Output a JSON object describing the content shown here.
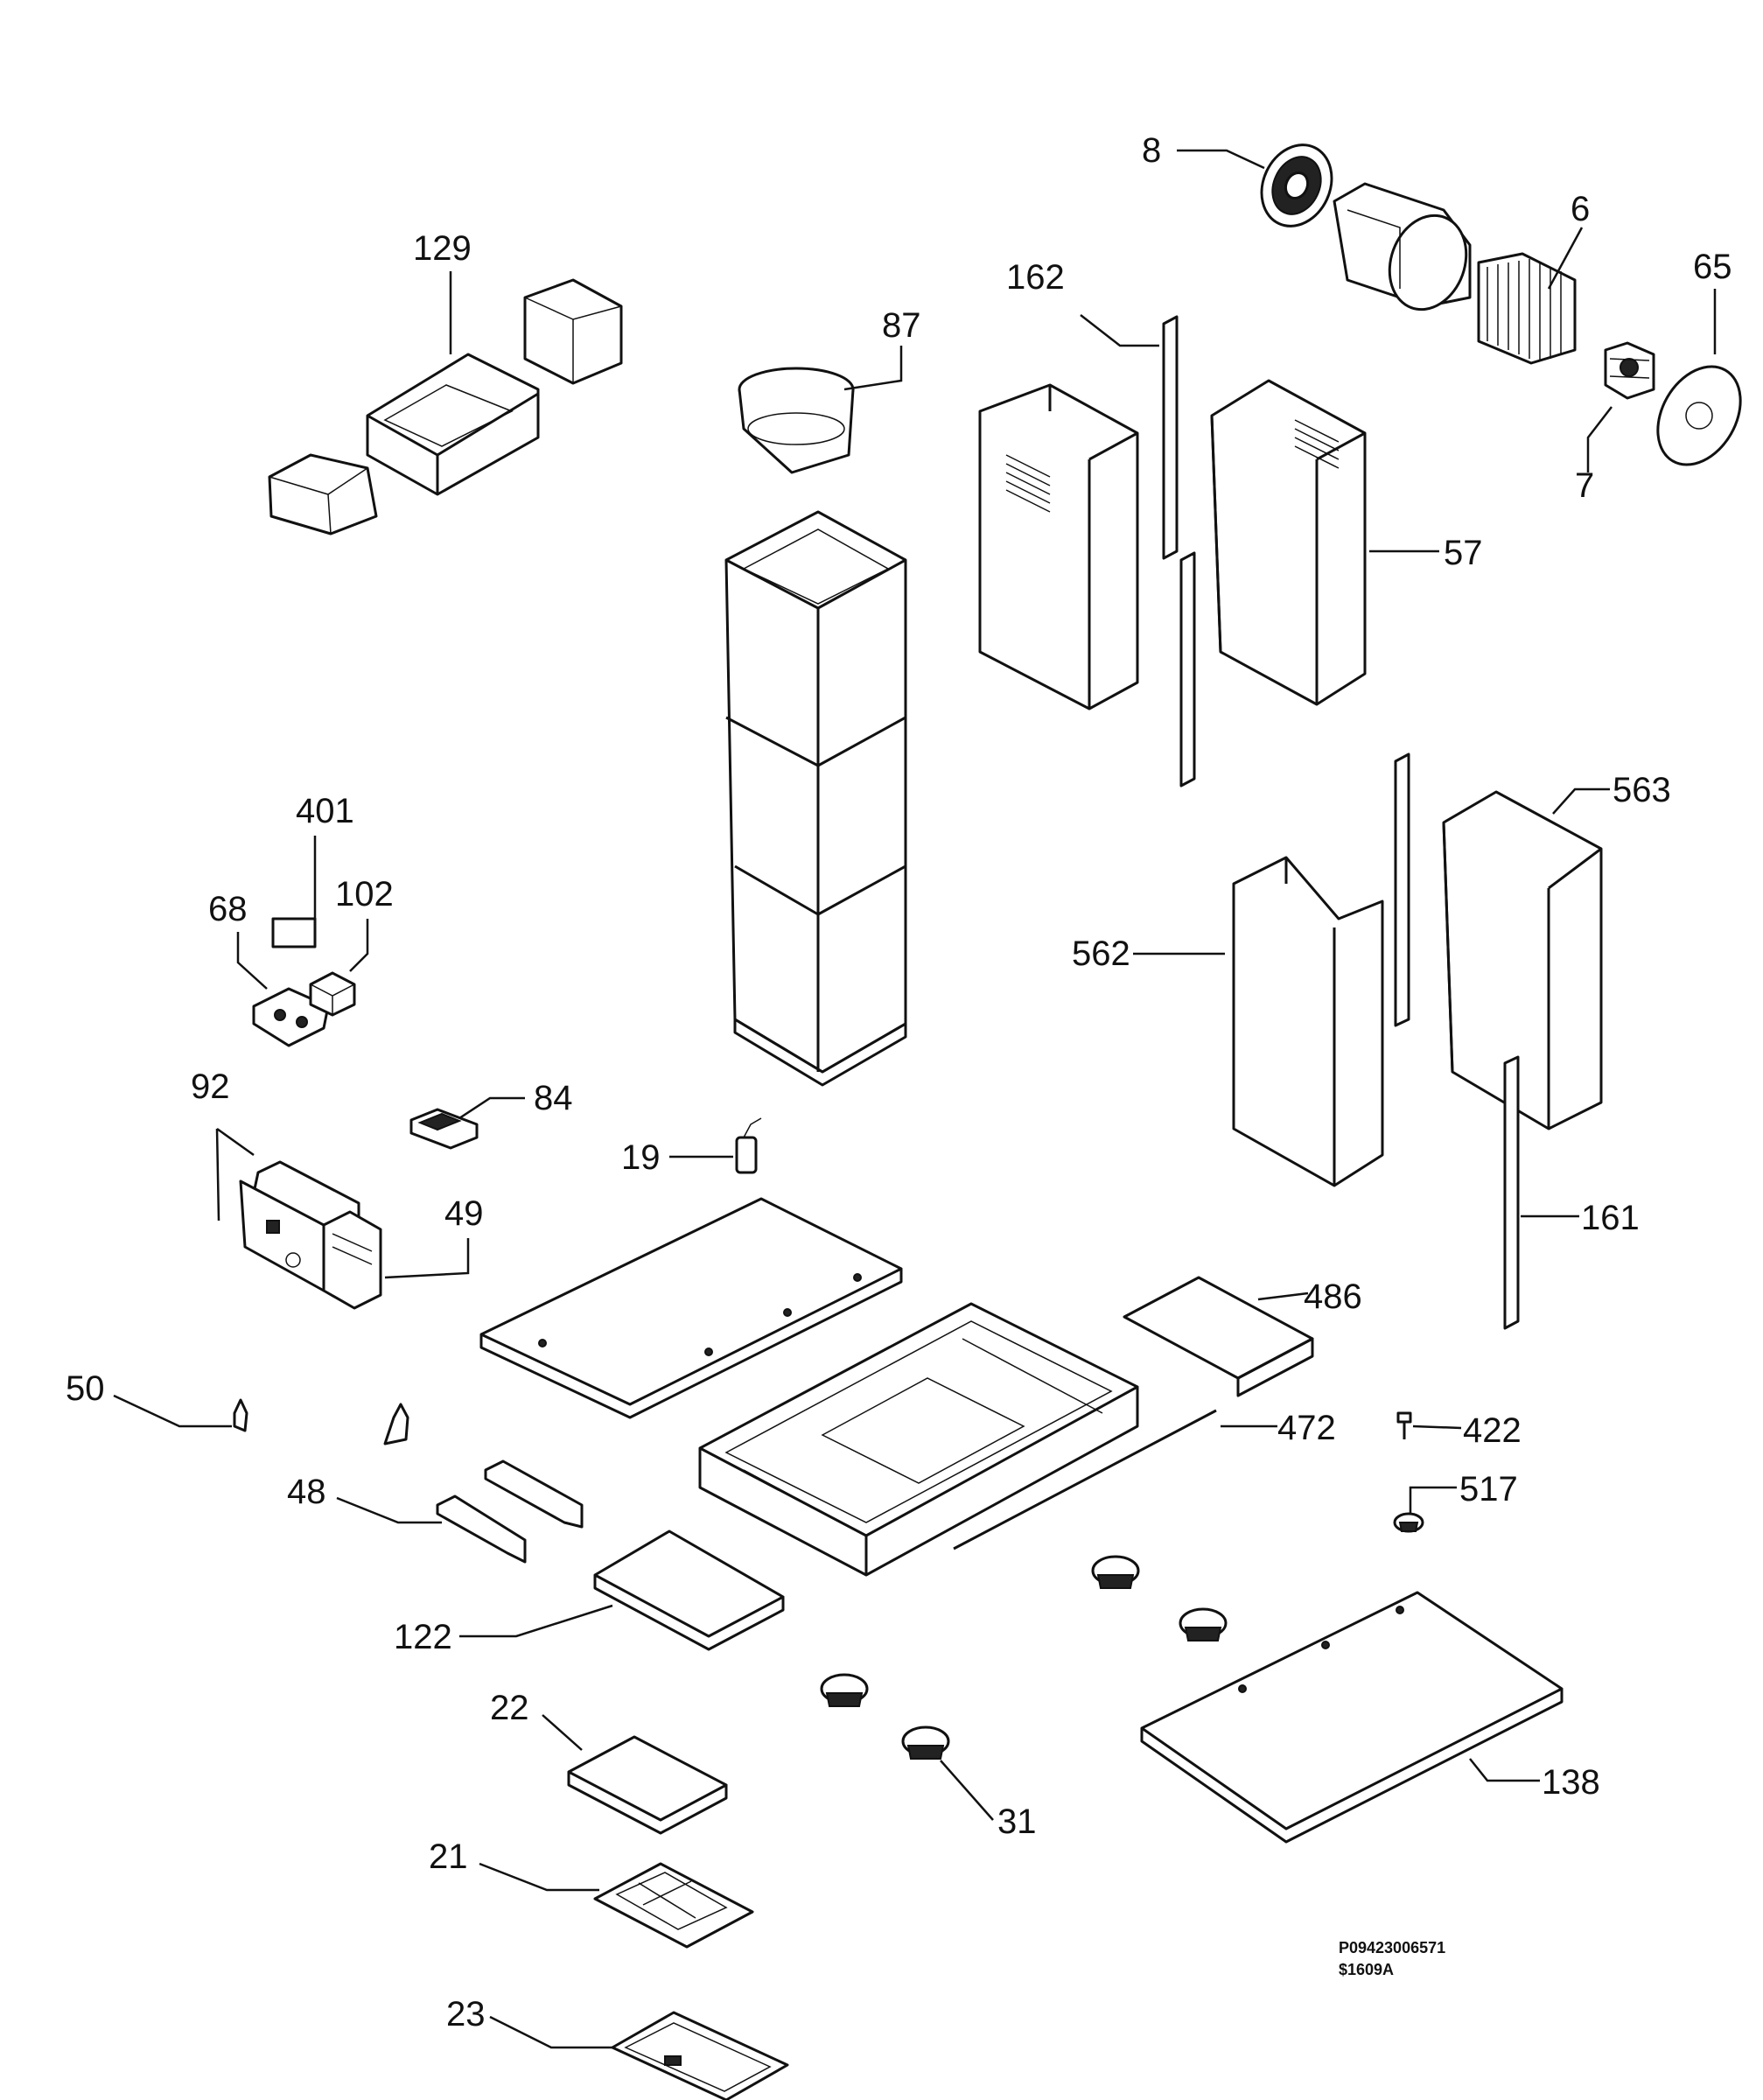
{
  "drawing": {
    "code_line1": "P09423006571",
    "code_line2": "$1609A"
  },
  "labels": {
    "p8": "8",
    "p6": "6",
    "p65": "65",
    "p129": "129",
    "p162": "162",
    "p87": "87",
    "p7": "7",
    "p57": "57",
    "p401": "401",
    "p563": "563",
    "p68": "68",
    "p102": "102",
    "p562": "562",
    "p92": "92",
    "p84": "84",
    "p19": "19",
    "p49": "49",
    "p161": "161",
    "p486": "486",
    "p50": "50",
    "p472": "472",
    "p422": "422",
    "p48": "48",
    "p517": "517",
    "p122": "122",
    "p22": "22",
    "p138": "138",
    "p31": "31",
    "p21": "21",
    "p23": "23"
  }
}
